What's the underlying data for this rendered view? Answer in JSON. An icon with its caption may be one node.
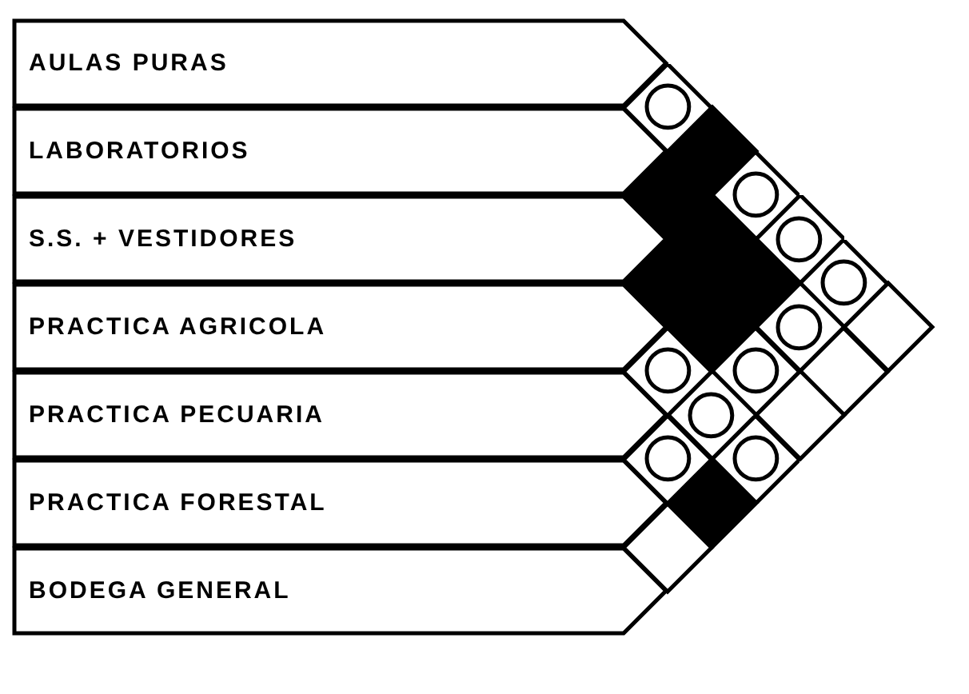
{
  "diagram": {
    "nodes": [
      {
        "text": [
          "AULAS PURAS"
        ]
      },
      {
        "text": [
          "LABORATORIOS"
        ]
      },
      {
        "text": [
          "S.S. + VESTIDORES"
        ]
      },
      {
        "text": [
          "PRACTICA AGRICOLA"
        ]
      },
      {
        "text": [
          "PRACTICA PECUARIA"
        ]
      },
      {
        "text": [
          "PRACTICA FORESTAL"
        ]
      },
      {
        "text": [
          "BODEGA GENERAL"
        ]
      },
      {
        "text": [],
        "shape": "circle"
      },
      {
        "text": [],
        "shape": "block"
      },
      {
        "text": [],
        "shape": "block"
      },
      {
        "text": [],
        "shape": "circle"
      },
      {
        "text": [],
        "shape": "block"
      },
      {
        "text": [],
        "shape": "circle"
      },
      {
        "text": [],
        "shape": "block"
      },
      {
        "text": [],
        "shape": "block"
      },
      {
        "text": [],
        "shape": "circle"
      },
      {
        "text": [],
        "shape": "block"
      },
      {
        "text": [],
        "shape": "circle"
      },
      {
        "text": [],
        "shape": "diamond"
      },
      {
        "text": [],
        "shape": "circle"
      },
      {
        "text": [],
        "shape": "circle"
      },
      {
        "text": [],
        "shape": "diamond"
      },
      {
        "text": [],
        "shape": "circle"
      },
      {
        "text": [],
        "shape": "diamond"
      },
      {
        "text": [],
        "shape": "circle"
      },
      {
        "text": [],
        "shape": "circle"
      },
      {
        "text": [],
        "shape": "block"
      },
      {
        "text": [],
        "shape": "diamond"
      }
    ]
  }
}
